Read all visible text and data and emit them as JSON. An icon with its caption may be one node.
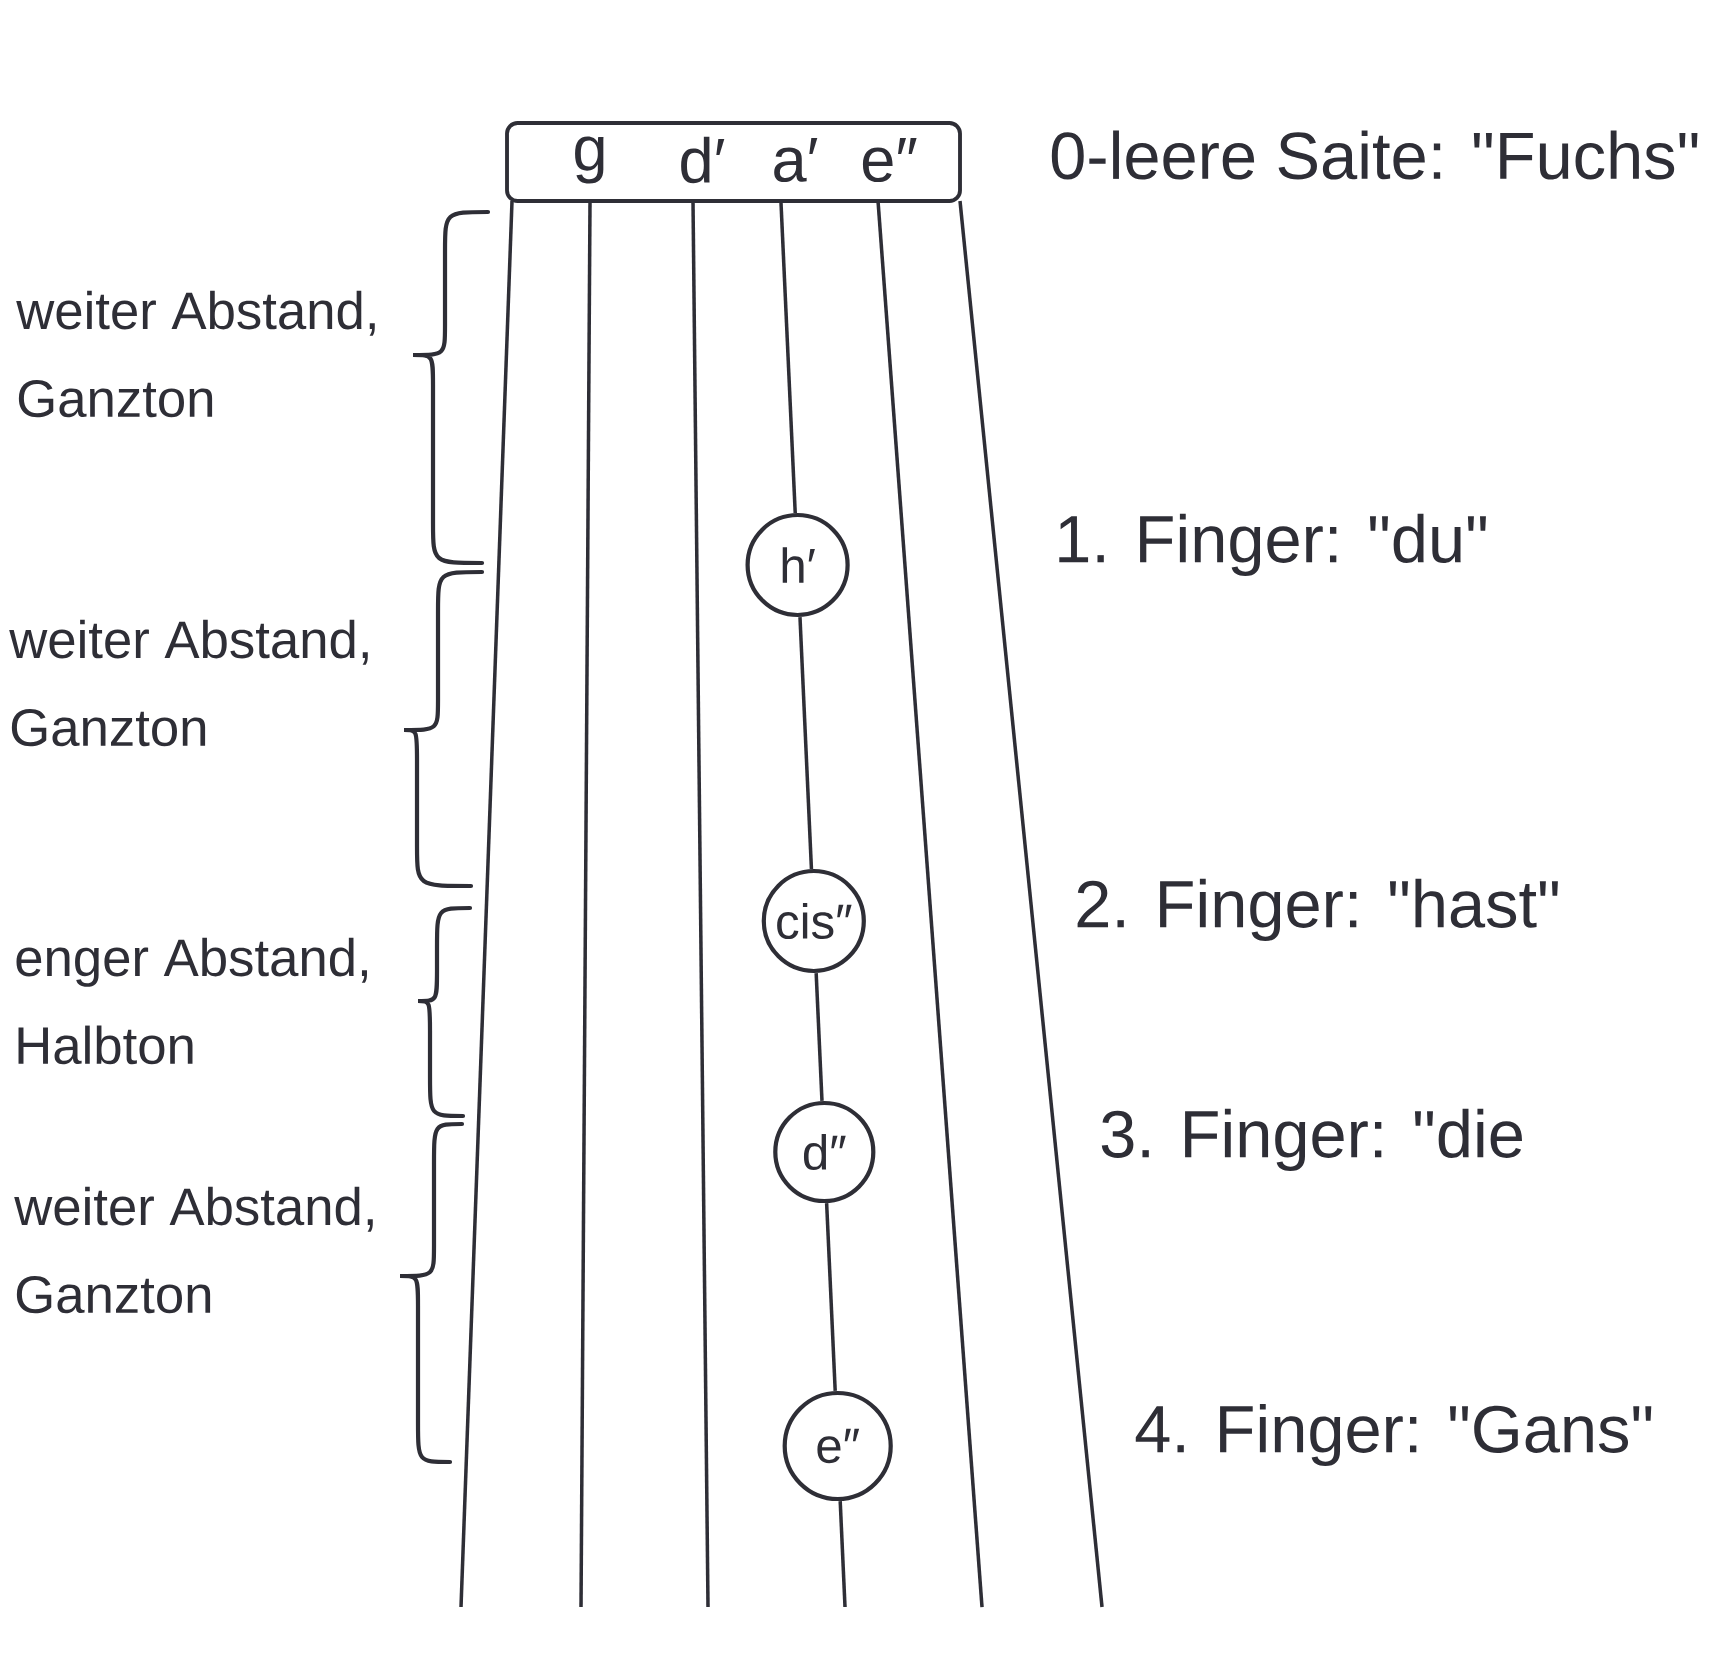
{
  "diagram": {
    "nodes": [
      {
        "text": [
          "g",
          "d′",
          "a′",
          "e″"
        ]
      },
      {
        "text": [
          "h′"
        ]
      },
      {
        "text": [
          "cis″"
        ]
      },
      {
        "text": [
          "d″"
        ]
      },
      {
        "text": [
          "e″"
        ]
      }
    ],
    "edges": [
      {
        "from": 0,
        "to": 1,
        "arrow": "none"
      },
      {
        "from": 1,
        "to": 2,
        "arrow": "none"
      },
      {
        "from": 2,
        "to": 3,
        "arrow": "none"
      },
      {
        "from": 3,
        "to": 4,
        "arrow": "none"
      },
      {
        "from": 4,
        "to": null,
        "arrow": "none"
      }
    ],
    "labels": [
      "0-leere Saite: \"Fuchs\"",
      "weiter Abstand, Ganzton",
      "1. Finger: \"du\"",
      "weiter Abstand, Ganzton",
      "2. Finger: \"hast\"",
      "enger Abstand, Halbton",
      "3. Finger: \"die",
      "weiter Abstand, Ganzton",
      "4. Finger: \"Gans\""
    ]
  }
}
